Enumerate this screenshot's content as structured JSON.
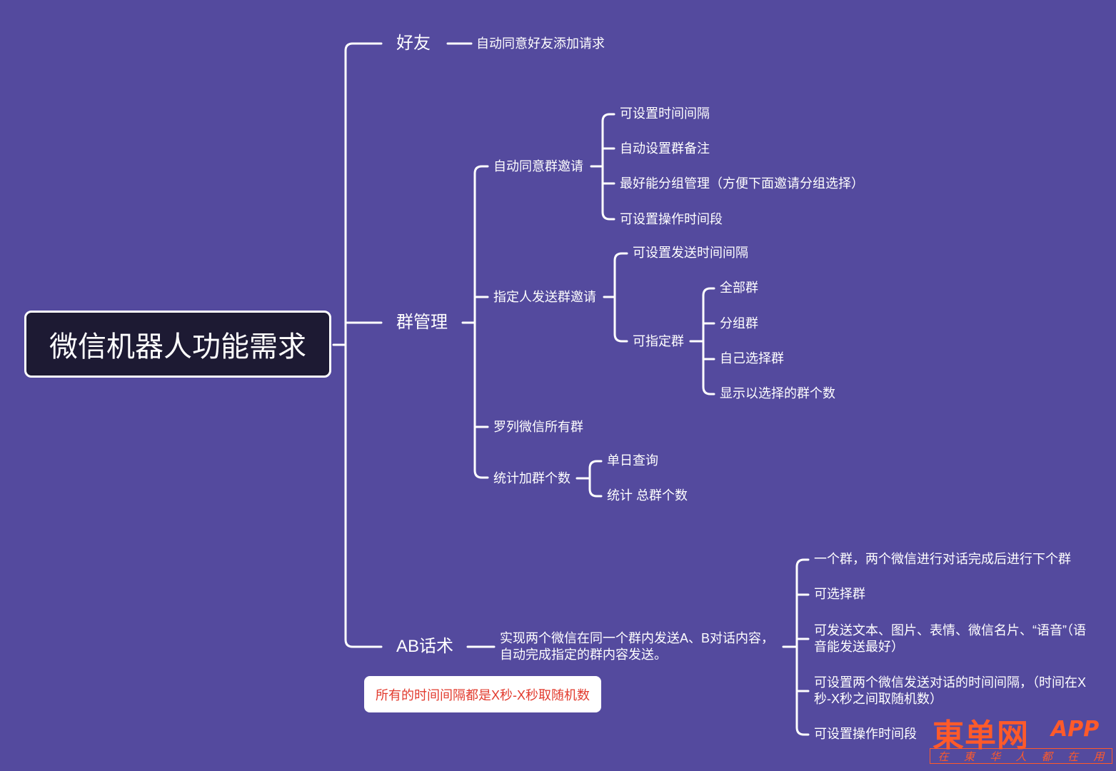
{
  "root": {
    "title": "微信机器人功能需求"
  },
  "branches": {
    "friend": {
      "label": "好友",
      "children": [
        "自动同意好友添加请求"
      ]
    },
    "group": {
      "label": "群管理",
      "auto_accept": {
        "label": "自动同意群邀请",
        "children": [
          "可设置时间间隔",
          "自动设置群备注",
          "最好能分组管理（方便下面邀请分组选择）",
          "可设置操作时间段"
        ]
      },
      "assign_invite": {
        "label": "指定人发送群邀请",
        "interval": "可设置发送时间间隔",
        "specify": {
          "label": "可指定群",
          "children": [
            "全部群",
            "分组群",
            "自己选择群",
            "显示以选择的群个数"
          ]
        }
      },
      "list_all": "罗列微信所有群",
      "stats": {
        "label": "统计加群个数",
        "children": [
          "单日查询",
          "统计 总群个数"
        ]
      }
    },
    "ab": {
      "label": "AB话术",
      "desc_line1": "实现两个微信在同一个群内发送A、B对话内容，",
      "desc_line2": "自动完成指定的群内容发送。",
      "children": [
        "一个群，两个微信进行对话完成后进行下个群",
        "可选择群",
        "可发送文本、图片、表情、微信名片、“语音”（语音能发送最好）",
        "可设置两个微信发送对话的时间间隔，（时间在X秒-X秒之间取随机数）",
        "可设置操作时间段"
      ]
    }
  },
  "note": "所有的时间间隔都是X秒-X秒取随机数",
  "watermark": {
    "main": "東单网",
    "app": "APP",
    "sub": [
      "在",
      "東",
      "华",
      "人",
      "都",
      "在",
      "用"
    ]
  },
  "colors": {
    "background": "#544a9e",
    "root_box": "#1d1a33",
    "line": "#ffffff",
    "note_text": "#e23b2e",
    "watermark": "#ff5a2a"
  }
}
